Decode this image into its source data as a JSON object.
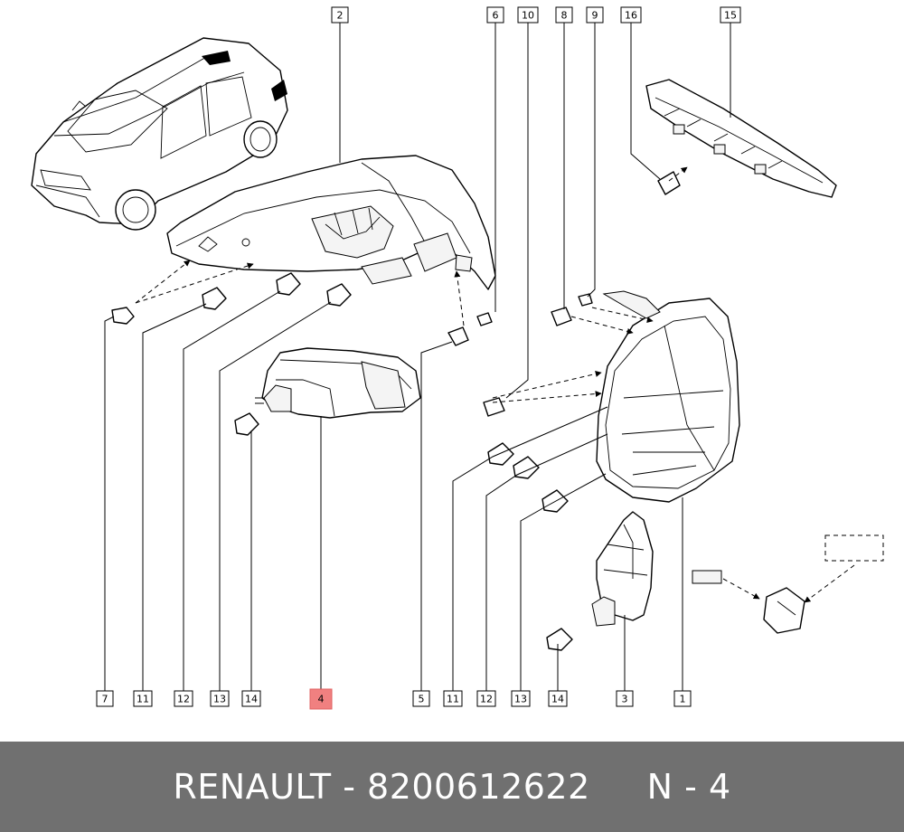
{
  "callouts": {
    "top": [
      "2",
      "6",
      "10",
      "8",
      "9",
      "16",
      "15"
    ],
    "bottom": [
      "7",
      "11",
      "12",
      "13",
      "14",
      "4",
      "5",
      "11",
      "12",
      "13",
      "14",
      "3",
      "1"
    ]
  },
  "highlighted_callout": "4",
  "footer": {
    "text": "RENAULT - 8200612622     N - 4"
  },
  "colors": {
    "footer_background": "#707070",
    "highlight": "#f08080"
  }
}
